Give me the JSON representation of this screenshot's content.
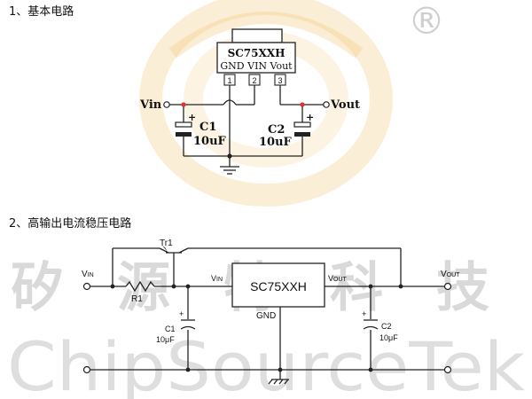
{
  "headings": {
    "section1": "1、基本电路",
    "section2": "2、高输出电流稳压电路"
  },
  "watermark": {
    "chinese": [
      "矽",
      "源",
      "特",
      "科",
      "技"
    ],
    "latin": "ChipSourceTek",
    "registered": "®",
    "logo_colors": [
      "#f2c56c",
      "#f6dcae"
    ]
  },
  "circuit1": {
    "ic_label": "SC75XXH",
    "pin_names": "GND VIN Vout",
    "pins": [
      "1",
      "2",
      "3"
    ],
    "vin": "Vin",
    "vout": "Vout",
    "c1_name": "C1",
    "c1_value": "10uF",
    "c2_name": "C2",
    "c2_value": "10uF",
    "plus": "+"
  },
  "circuit2": {
    "ic_label": "SC75XXH",
    "transistor": "Tr1",
    "resistor": "R1",
    "vin_in": "V",
    "vin_in_sub": "IN",
    "vin_ic": "V",
    "vin_ic_sub": "IN",
    "vout_ic": "V",
    "vout_ic_sub": "OUT",
    "vout_out": "V",
    "vout_out_sub": "OUT",
    "gnd": "GND",
    "c1_name": "C1",
    "c1_value": "10μF",
    "c2_name": "C2",
    "c2_value": "10μF",
    "plus": "+"
  }
}
